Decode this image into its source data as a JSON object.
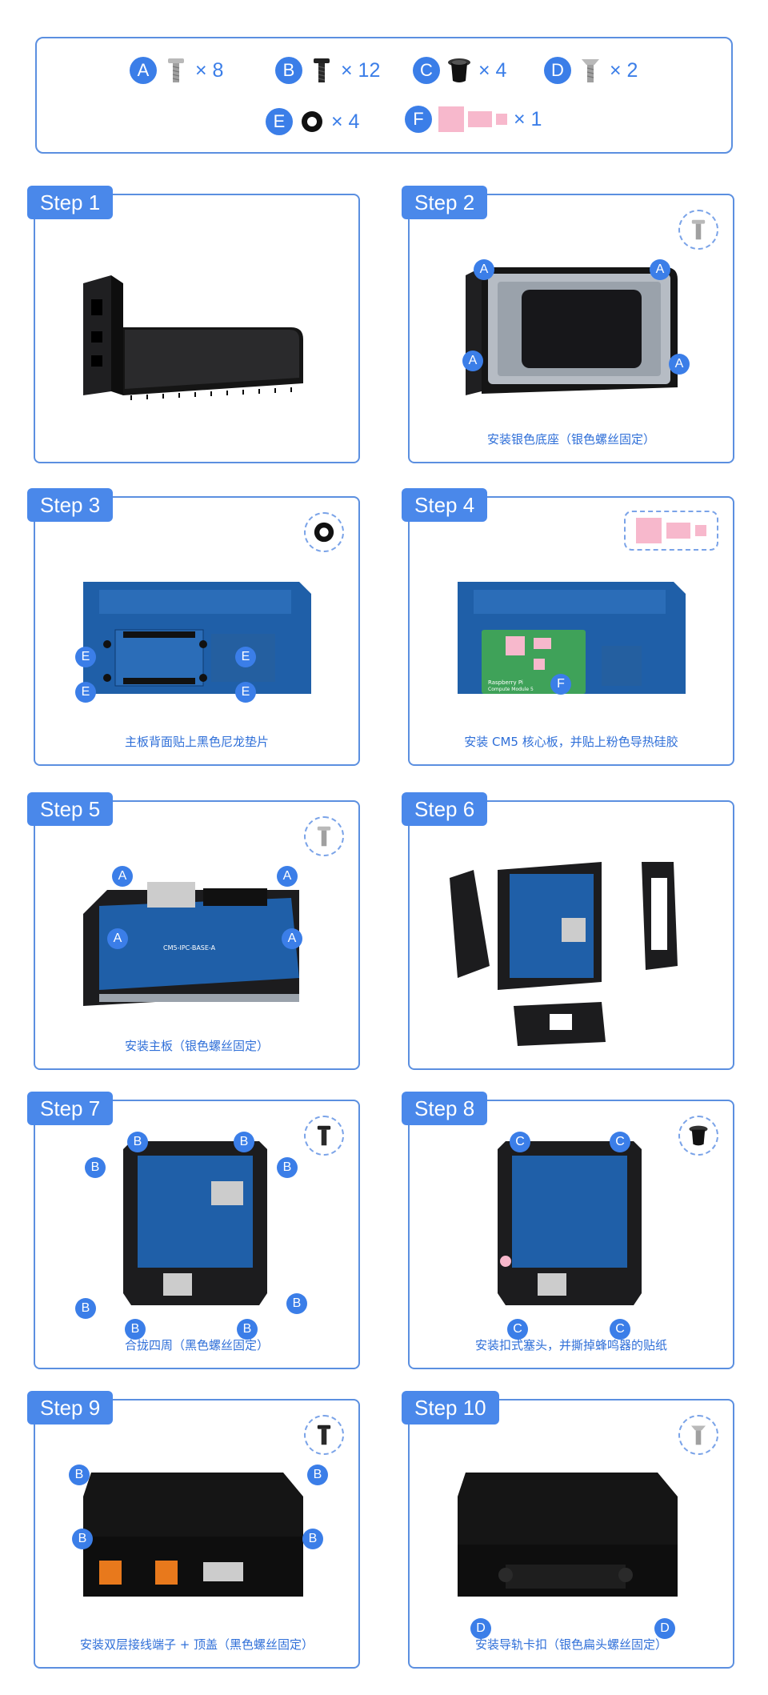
{
  "parts": [
    {
      "letter": "A",
      "icon": "silver-screw-icon",
      "qty": "× 8"
    },
    {
      "letter": "B",
      "icon": "black-screw-icon",
      "qty": "× 12"
    },
    {
      "letter": "C",
      "icon": "black-plug-icon",
      "qty": "× 4"
    },
    {
      "letter": "D",
      "icon": "flat-silver-screw-icon",
      "qty": "× 2"
    },
    {
      "letter": "E",
      "icon": "nylon-washer-icon",
      "qty": "× 4"
    },
    {
      "letter": "F",
      "icon": "pink-thermal-pad-icon",
      "qty": "× 1"
    }
  ],
  "steps": [
    {
      "label": "Step 1",
      "caption": ""
    },
    {
      "label": "Step 2",
      "caption": "安装银色底座（银色螺丝固定）"
    },
    {
      "label": "Step 3",
      "caption": "主板背面贴上黑色尼龙垫片"
    },
    {
      "label": "Step 4",
      "caption": "安装 CM5 核心板，并贴上粉色导热硅胶"
    },
    {
      "label": "Step 5",
      "caption": "安装主板（银色螺丝固定）"
    },
    {
      "label": "Step 6",
      "caption": ""
    },
    {
      "label": "Step 7",
      "caption": "合拢四周（黑色螺丝固定）"
    },
    {
      "label": "Step 8",
      "caption": "安装扣式塞头，并撕掉蜂鸣器的贴纸"
    },
    {
      "label": "Step 9",
      "caption": "安装双层接线端子 + 顶盖（黑色螺丝固定）"
    },
    {
      "label": "Step 10",
      "caption": "安装导轨卡扣（银色扁头螺丝固定）"
    }
  ],
  "board_labels": {
    "cm5_line1": "Raspberry Pi",
    "cm5_line2": "Compute Module 5",
    "board_name": "CM5-IPC-BASE-A"
  },
  "markers": {
    "step2": [
      "A",
      "A",
      "A",
      "A"
    ],
    "step3": [
      "E",
      "E",
      "E",
      "E"
    ],
    "step4": [
      "F"
    ],
    "step5": [
      "A",
      "A",
      "A",
      "A"
    ],
    "step7": [
      "B",
      "B",
      "B",
      "B",
      "B",
      "B",
      "B",
      "B"
    ],
    "step8": [
      "C",
      "C",
      "C",
      "C"
    ],
    "step9": [
      "B",
      "B",
      "B",
      "B"
    ],
    "step10": [
      "D",
      "D"
    ]
  },
  "colors": {
    "accent": "#3b7ee8",
    "border": "#5b8fe0",
    "pad": "#f7b8cc",
    "board": "#1f5fa8",
    "enclosure": "#1c1c1e"
  }
}
